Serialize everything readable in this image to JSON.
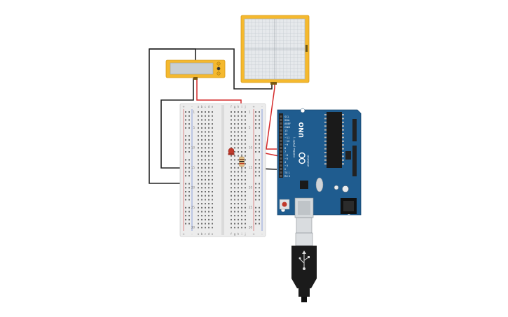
{
  "breadboard": {
    "column_letters_left": [
      "a",
      "b",
      "c",
      "d",
      "e"
    ],
    "column_letters_right": [
      "f",
      "g",
      "h",
      "i",
      "j"
    ],
    "rail_plus": "+",
    "rail_minus": "-",
    "row_count": 30
  },
  "arduino": {
    "model": "UNO",
    "brand": "ARDUINO",
    "digital_label": "DIGITAL (PWM~)",
    "pin_labels": [
      "SCL",
      "SDA",
      "AREF",
      "GND",
      "13",
      "12",
      "~11",
      "~10",
      "~9",
      "8",
      "7",
      "~6",
      "~5",
      "4",
      "~3",
      "2",
      "TX 1",
      "RX 0"
    ]
  },
  "components": {
    "lcd": "lcd-16x2-module",
    "plotter": "serial-plotter-grid",
    "led": "red-led",
    "resistor": "resistor"
  },
  "colors": {
    "arduino_board": "#1f5c8f",
    "yellow_frame": "#f5b92e",
    "wire_red": "#d42a2a",
    "wire_black": "#222222",
    "led": "#c0392b",
    "usb_cable": "#1b1b1b"
  }
}
